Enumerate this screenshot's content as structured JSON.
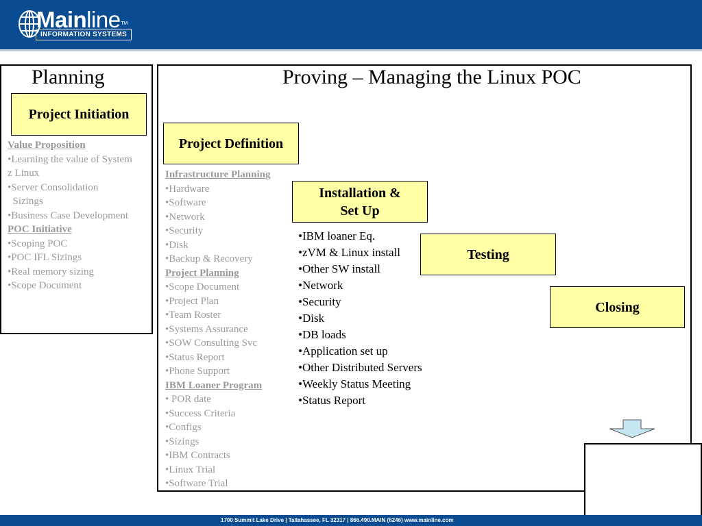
{
  "header": {
    "logo_bold": "Main",
    "logo_regular": "line",
    "logo_tm": "TM",
    "logo_sub": "INFORMATION SYSTEMS"
  },
  "planning": {
    "title": "Planning",
    "stage": "Project Initiation",
    "lines": [
      {
        "text": "Value Proposition",
        "heading": true
      },
      {
        "text": "•Learning the value of System",
        "heading": false
      },
      {
        "text": "z Linux",
        "heading": false
      },
      {
        "text": "•Server Consolidation",
        "heading": false
      },
      {
        "text": "  Sizings",
        "heading": false
      },
      {
        "text": "•Business Case Development",
        "heading": false
      },
      {
        "text": "POC Initiative",
        "heading": true
      },
      {
        "text": "•Scoping POC",
        "heading": false
      },
      {
        "text": "•POC IFL Sizings",
        "heading": false
      },
      {
        "text": "•Real memory sizing",
        "heading": false
      },
      {
        "text": "•Scope Document",
        "heading": false
      }
    ]
  },
  "proving": {
    "title": "Proving – Managing the Linux POC",
    "definition": {
      "stage": "Project Definition",
      "lines": [
        {
          "text": "Infrastructure Planning",
          "heading": true
        },
        {
          "text": "•Hardware",
          "heading": false
        },
        {
          "text": "•Software",
          "heading": false
        },
        {
          "text": "•Network",
          "heading": false
        },
        {
          "text": "•Security",
          "heading": false
        },
        {
          "text": "•Disk",
          "heading": false
        },
        {
          "text": "•Backup & Recovery",
          "heading": false
        },
        {
          "text": "Project Planning",
          "heading": true
        },
        {
          "text": "•Scope Document",
          "heading": false
        },
        {
          "text": "•Project Plan",
          "heading": false
        },
        {
          "text": "•Team Roster",
          "heading": false
        },
        {
          "text": "•Systems Assurance",
          "heading": false
        },
        {
          "text": "•SOW Consulting Svc",
          "heading": false
        },
        {
          "text": "•Status Report",
          "heading": false
        },
        {
          "text": "•Phone Support",
          "heading": false
        },
        {
          "text": "IBM Loaner Program",
          "heading": true
        },
        {
          "text": "• POR date",
          "heading": false
        },
        {
          "text": "•Success Criteria",
          "heading": false
        },
        {
          "text": "•Configs",
          "heading": false
        },
        {
          "text": "•Sizings",
          "heading": false
        },
        {
          "text": "•IBM Contracts",
          "heading": false
        },
        {
          "text": "•Linux Trial",
          "heading": false
        },
        {
          "text": "•Software Trial",
          "heading": false
        }
      ]
    },
    "install": {
      "stage_line1": "Installation &",
      "stage_line2": "Set Up",
      "lines": [
        {
          "text": "•IBM loaner Eq.",
          "heading": false
        },
        {
          "text": "•zVM & Linux install",
          "heading": false
        },
        {
          "text": "•Other SW install",
          "heading": false
        },
        {
          "text": "•Network",
          "heading": false
        },
        {
          "text": "•Security",
          "heading": false
        },
        {
          "text": "•Disk",
          "heading": false
        },
        {
          "text": "•DB loads",
          "heading": false
        },
        {
          "text": "•Application set up",
          "heading": false
        },
        {
          "text": "•Other Distributed Servers",
          "heading": false
        },
        {
          "text": "•Weekly Status Meeting",
          "heading": false
        },
        {
          "text": "•Status Report",
          "heading": false
        }
      ]
    },
    "testing": {
      "stage": "Testing"
    },
    "closing": {
      "stage": "Closing"
    }
  },
  "footer": {
    "text": "1700 Summit Lake Drive  |  Tallahassee, FL   32317  |  866.490.MAIN (6246)     www.mainline.com"
  },
  "colors": {
    "brand_blue": "#0a4c91",
    "stage_fill": "#ffffa6",
    "muted_text": "#9a9a9a",
    "arrow_fill": "#c6e6f2"
  }
}
